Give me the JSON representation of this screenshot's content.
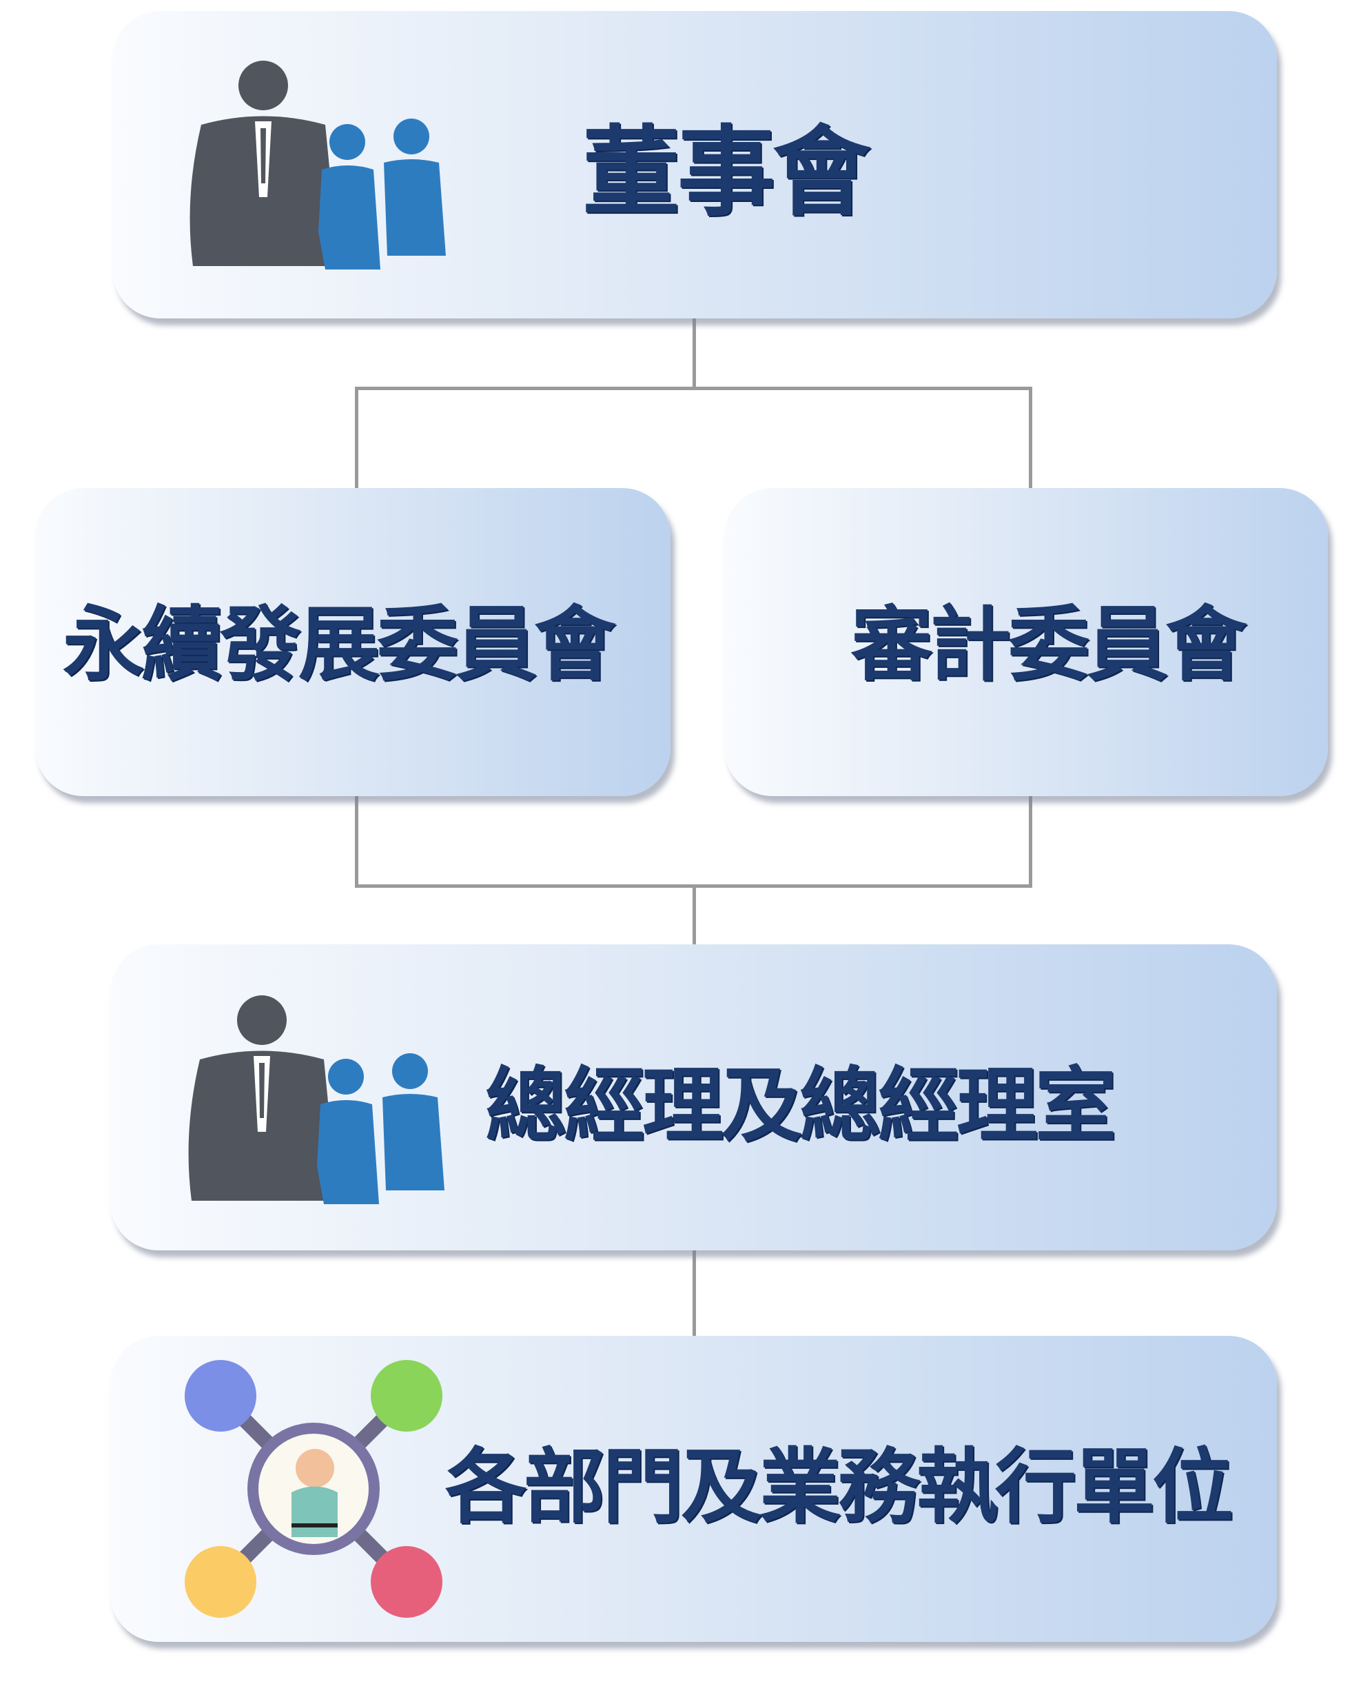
{
  "org_chart": {
    "board": {
      "label": "董事會",
      "icon": "people-icon"
    },
    "sustainability_committee": {
      "label": "永續發展委員會"
    },
    "audit_committee": {
      "label": "審計委員會"
    },
    "general_manager": {
      "label": "總經理及總經理室",
      "icon": "people-icon"
    },
    "departments": {
      "label": "各部門及業務執行單位",
      "icon": "network-icon"
    }
  },
  "colors": {
    "text": "#1d3a6e",
    "box_start": "#f9fbfe",
    "box_end": "#bcd2ee",
    "connector": "#9a9a9a"
  }
}
